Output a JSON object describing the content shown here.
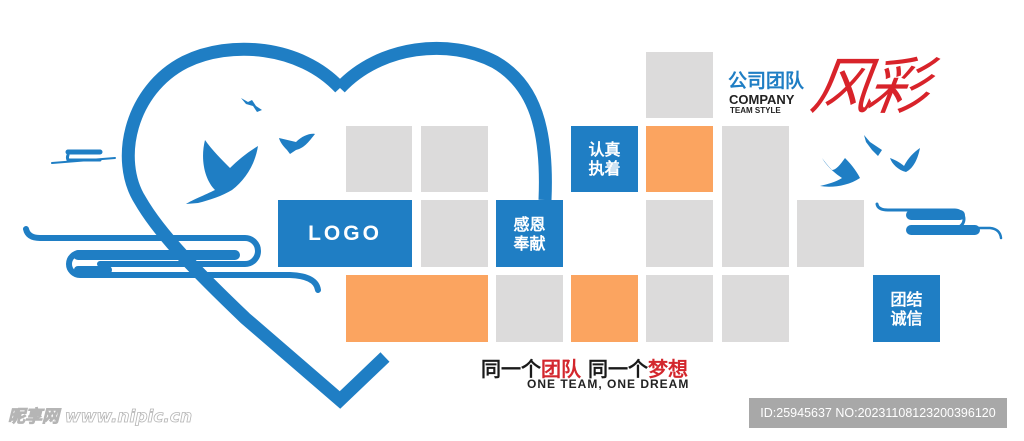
{
  "colors": {
    "brand_blue": "#1f7ec4",
    "tile_gray": "#dcdbdb",
    "tile_orange": "#fba460",
    "accent_red": "#d8232a"
  },
  "header": {
    "title_cn": "公司团队",
    "title_calligraphy": "风彩",
    "title_en_line1": "COMPANY",
    "title_en_line2": "TEAM STYLE"
  },
  "tiles": {
    "logo": "LOGO",
    "value_1": "感恩\n奉献",
    "value_2": "认真\n执着",
    "value_3": "团结\n诚信"
  },
  "slogan": {
    "part1": "同一个",
    "part2": "团队",
    "part3": " 同一个",
    "part4": "梦想",
    "english": "ONE TEAM, ONE DREAM"
  },
  "decorations": {
    "heart_icon": "heart-outline",
    "birds_icon": "flying-doves",
    "clouds_icon": "auspicious-clouds"
  },
  "footer": {
    "watermark": "昵享网 www.nipic.cn",
    "image_id": "ID:25945637 NO:20231108123200396120"
  }
}
